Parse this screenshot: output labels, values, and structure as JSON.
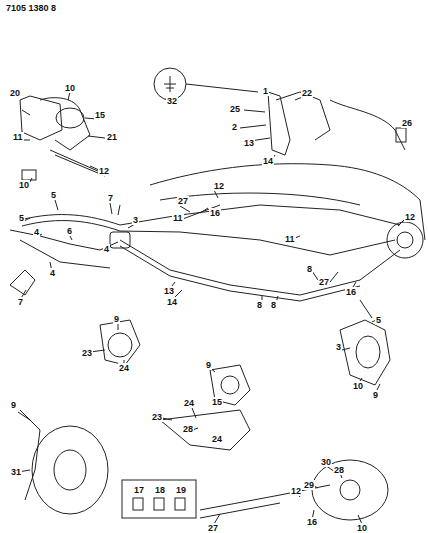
{
  "diagram": {
    "title": "7105 1380 8",
    "labels": [
      "20",
      "10",
      "15",
      "11",
      "21",
      "12",
      "10",
      "32",
      "1",
      "25",
      "2",
      "13",
      "14",
      "22",
      "26",
      "12",
      "27",
      "16",
      "11",
      "12",
      "11",
      "5",
      "7",
      "3",
      "5",
      "4",
      "6",
      "4",
      "4",
      "7",
      "13",
      "14",
      "8",
      "8",
      "8",
      "27",
      "16",
      "9",
      "23",
      "24",
      "9",
      "15",
      "5",
      "3",
      "10",
      "9",
      "9",
      "31",
      "24",
      "23",
      "28",
      "24",
      "30",
      "28",
      "29",
      "12",
      "16",
      "27",
      "10",
      "17",
      "18",
      "19"
    ]
  }
}
